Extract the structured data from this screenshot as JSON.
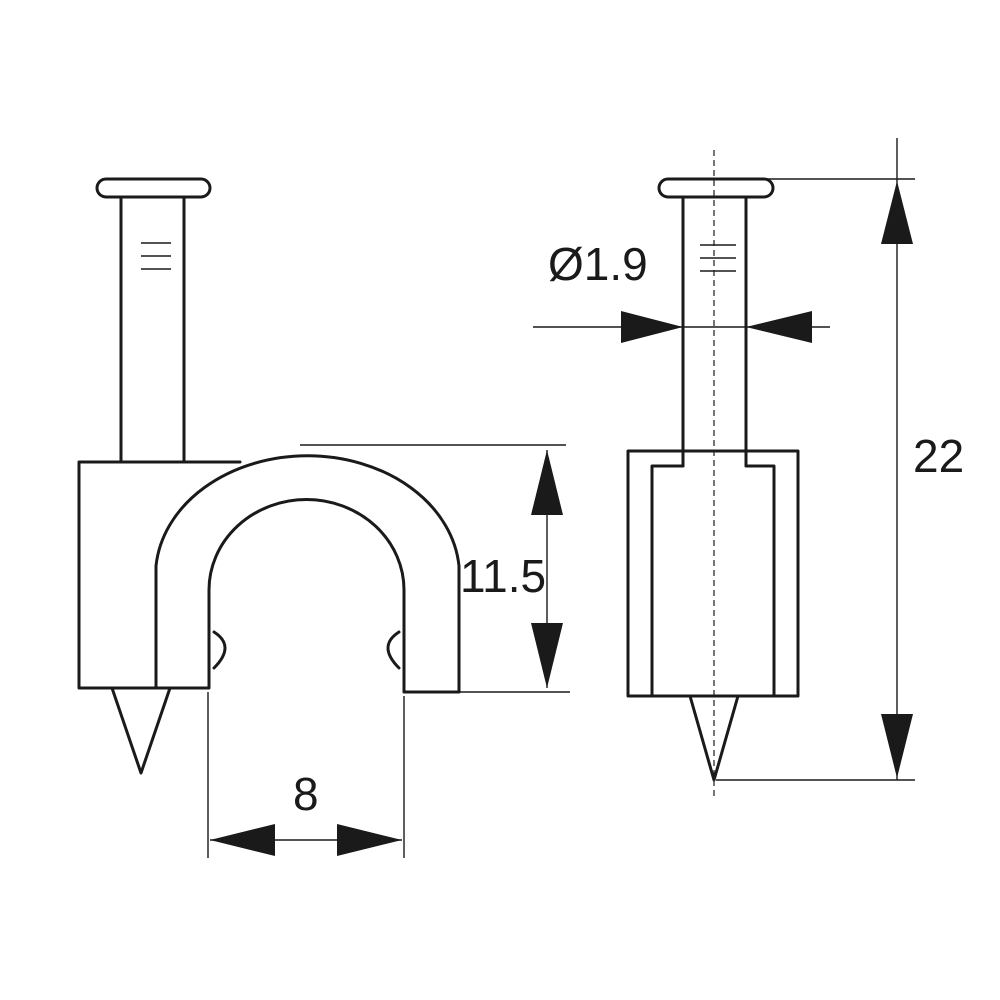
{
  "dimensions": {
    "shank_diameter": "Ø1.9",
    "overall_height": "22",
    "clip_height": "11.5",
    "clip_inner_width": "8"
  },
  "colors": {
    "line": "#1a1a1a",
    "background": "#ffffff"
  }
}
